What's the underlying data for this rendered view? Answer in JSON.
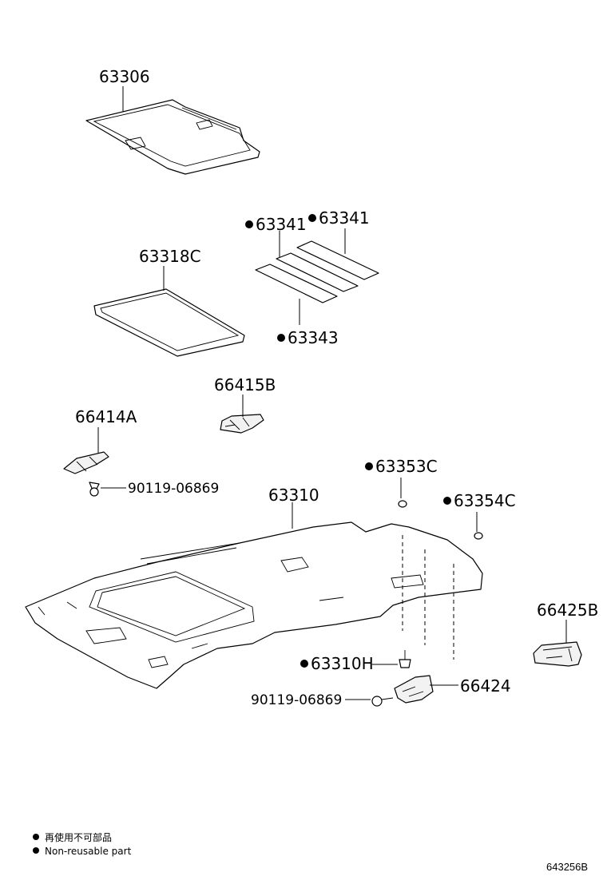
{
  "labels": {
    "p63306": "63306",
    "p63341a": "63341",
    "p63341b": "63341",
    "p63318c": "63318C",
    "p63343": "63343",
    "p66415b": "66415B",
    "p66414a": "66414A",
    "p90119_top": "90119-06869",
    "p63353c": "63353C",
    "p63310": "63310",
    "p63354c": "63354C",
    "p66425b": "66425B",
    "p63310h": "63310H",
    "p66424": "66424",
    "p90119_bottom": "90119-06869"
  },
  "legend": {
    "line1": "再使用不可部品",
    "line2": "Non-reusable part"
  },
  "ref_code": "643256B"
}
